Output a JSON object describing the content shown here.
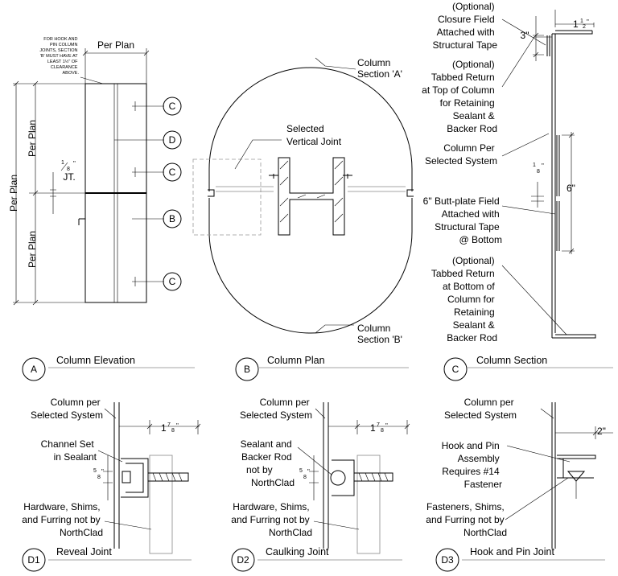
{
  "panelA": {
    "note": [
      "FOR HOOK AND",
      "PIN COLUMN",
      "JOINTS, SECTION",
      "'B' MUST HAVE AT",
      "LEAST 1½\" OF",
      "CLEARANCE",
      "ABOVE."
    ],
    "top_dim": "Per Plan",
    "left_dim": "Per Plan",
    "upper_dim": "Per Plan",
    "lower_dim": "Per Plan",
    "jt_frac_num": "1",
    "jt_frac_den": "8",
    "jt_frac_unit": "\"",
    "jt_label": "JT.",
    "tags": [
      "C",
      "D",
      "C",
      "B",
      "C"
    ],
    "bubble": "A",
    "title": "Column Elevation"
  },
  "panelB": {
    "sectionA": [
      "Column",
      "Section 'A'"
    ],
    "selected": [
      "Selected",
      "Vertical Joint"
    ],
    "sectionB": [
      "Column",
      "Section 'B'"
    ],
    "bubble": "B",
    "title": "Column Plan"
  },
  "panelC": {
    "optional_top": [
      "(Optional)",
      "Closure Field",
      "Attached with",
      "Structural Tape"
    ],
    "dim_3": "3\"",
    "dim_1half_whole": "1",
    "dim_1half_num": "1",
    "dim_1half_den": "2",
    "dim_1half_unit": "\"",
    "tabbed_top": [
      "(Optional)",
      "Tabbed Return",
      "at Top of Column",
      "for Retaining",
      "Sealant &",
      "Backer Rod"
    ],
    "column_per": [
      "Column Per",
      "Selected System"
    ],
    "frac_num": "1",
    "frac_den": "8",
    "frac_unit": "\"",
    "dim_6": "6\"",
    "butt": [
      "6\" Butt-plate Field",
      "Attached with",
      "Structural Tape",
      "@ Bottom"
    ],
    "tabbed_bottom": [
      "(Optional)",
      "Tabbed Return",
      "at Bottom of",
      "Column for",
      "Retaining",
      "Sealant &",
      "Backer Rod"
    ],
    "bubble": "C",
    "title": "Column Section"
  },
  "panelD1": {
    "column_per": [
      "Column per",
      "Selected System"
    ],
    "dim_whole": "1",
    "dim_num": "7",
    "dim_den": "8",
    "dim_unit": "\"",
    "channel": [
      "Channel Set",
      "in Sealant"
    ],
    "small_num": "5",
    "small_den": "8",
    "small_unit": "\"",
    "hardware": [
      "Hardware, Shims,",
      "and Furring not by",
      "NorthClad"
    ],
    "bubble": "D1",
    "title": "Reveal Joint"
  },
  "panelD2": {
    "column_per": [
      "Column per",
      "Selected System"
    ],
    "dim_whole": "1",
    "dim_num": "7",
    "dim_den": "8",
    "dim_unit": "\"",
    "sealant": [
      "Sealant and",
      "Backer Rod",
      "not by",
      "NorthClad"
    ],
    "small_num": "5",
    "small_den": "8",
    "small_unit": "\"",
    "hardware": [
      "Hardware, Shims,",
      "and Furring not by",
      "NorthClad"
    ],
    "bubble": "D2",
    "title": "Caulking Joint"
  },
  "panelD3": {
    "column_per": [
      "Column per",
      "Selected System"
    ],
    "dim": "2\"",
    "hook": [
      "Hook and Pin",
      "Assembly",
      "Requires #14",
      "Fastener"
    ],
    "fasteners": [
      "Fasteners, Shims,",
      "and Furring not by",
      "NorthClad"
    ],
    "bubble": "D3",
    "title": "Hook and Pin Joint"
  }
}
